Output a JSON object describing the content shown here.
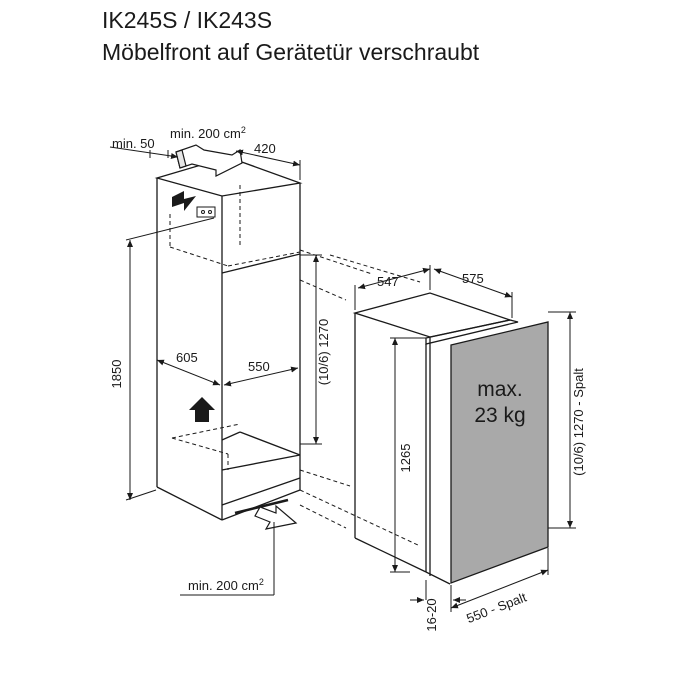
{
  "title": {
    "models": "IK245S / IK243S",
    "subtitle": "Möbelfront auf Gerätetür verschraubt"
  },
  "dimensions": {
    "min_50": "min. 50",
    "vent_top_label": "min. 200 cm",
    "vent_top_sup": "2",
    "d420": "420",
    "d1850": "1850",
    "d605": "605",
    "d550": "550",
    "d1270": "(10/6) 1270",
    "d547": "547",
    "d575": "575",
    "d1265": "1265",
    "max_weight_1": "max.",
    "max_weight_2": "23 kg",
    "spalt_right": "(10/6) 1270 - Spalt",
    "spalt_bottom": "550 - Spalt",
    "d16_20": "16-20",
    "vent_bottom_label": "min. 200 cm",
    "vent_bottom_sup": "2"
  },
  "colors": {
    "line": "#1a1a1a",
    "door_panel": "#a9a9a9",
    "arrow_fill": "#ffffff"
  }
}
